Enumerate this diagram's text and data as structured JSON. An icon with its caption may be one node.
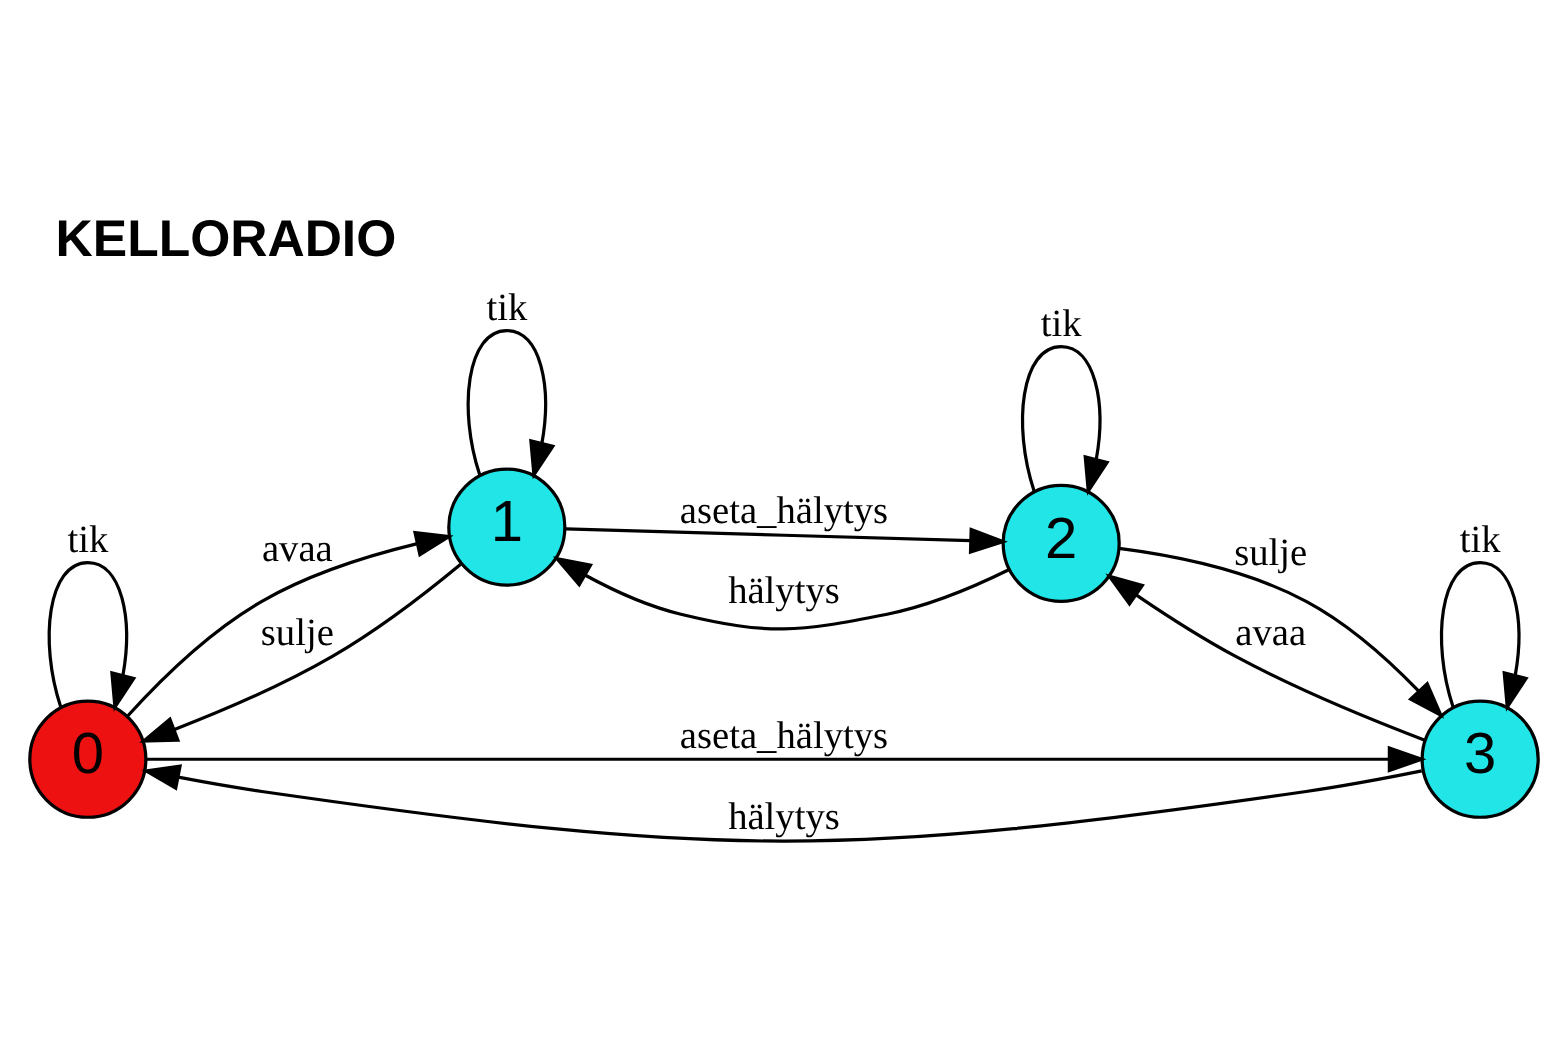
{
  "diagram": {
    "title": "KELLORADIO",
    "nodes": [
      {
        "text": [
          "0"
        ]
      },
      {
        "text": [
          "1"
        ]
      },
      {
        "text": [
          "2"
        ]
      },
      {
        "text": [
          "3"
        ]
      }
    ],
    "edges": [
      {
        "from": 0,
        "to": 3,
        "arrow": "to",
        "label": "aseta_hälytys"
      },
      {
        "from": 0,
        "to": 1,
        "arrow": "to",
        "label": "avaa"
      },
      {
        "from": 1,
        "to": 2,
        "arrow": "to",
        "label": "aseta_hälytys"
      },
      {
        "from": 2,
        "to": 3,
        "arrow": "to",
        "label": "sulje"
      },
      {
        "from": 0,
        "to": 0,
        "arrow": "to",
        "label": "tik"
      },
      {
        "from": 1,
        "to": 1,
        "arrow": "to",
        "label": "tik"
      },
      {
        "from": 2,
        "to": 2,
        "arrow": "to",
        "label": "tik"
      },
      {
        "from": 3,
        "to": 3,
        "arrow": "to",
        "label": "tik"
      },
      {
        "from": 1,
        "to": 0,
        "arrow": "to",
        "label": "sulje"
      },
      {
        "from": 2,
        "to": 1,
        "arrow": "to",
        "label": "hälytys"
      },
      {
        "from": 3,
        "to": 2,
        "arrow": "to",
        "label": "avaa"
      },
      {
        "from": 3,
        "to": 0,
        "arrow": "to",
        "label": "hälytys"
      }
    ]
  }
}
